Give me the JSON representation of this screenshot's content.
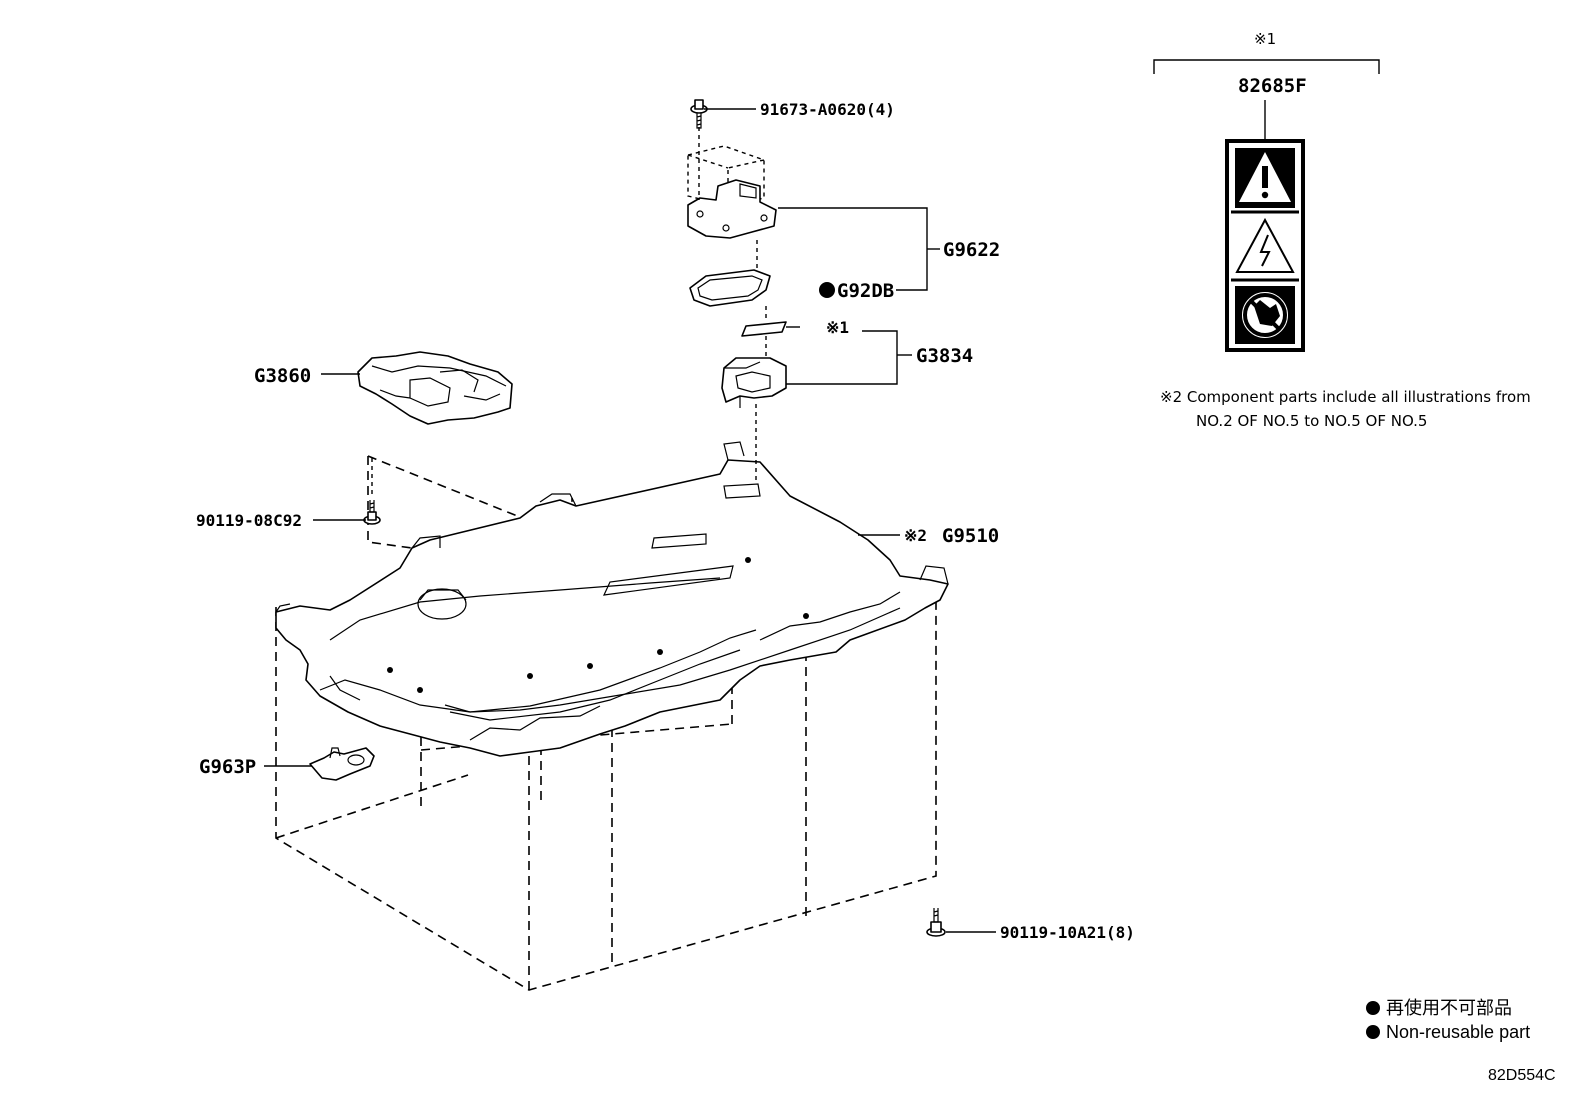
{
  "labels": {
    "screw_top": "91673-A0620(4)",
    "cover": "G9622",
    "gasket": "G92DB",
    "warning_label_marker": "※1",
    "connector": "G3834",
    "ecu": "G3860",
    "bolt_left": "90119-08C92",
    "battery": "G9510",
    "battery_marker": "※2",
    "sensor": "G963P",
    "bolt_bottom": "90119-10A21(8)",
    "label_part": "82685F",
    "label_marker": "※1"
  },
  "notes": {
    "line1": "※2 Component parts include all illustrations from",
    "line2": "NO.2 OF NO.5 to NO.5 OF NO.5"
  },
  "legend": {
    "japanese": "再使用不可部品",
    "english": "Non-reusable part"
  },
  "diagram_code": "82D554C",
  "icons": [
    "warning-triangle-icon",
    "high-voltage-icon",
    "no-touch-icon",
    "filled-dot-icon"
  ]
}
